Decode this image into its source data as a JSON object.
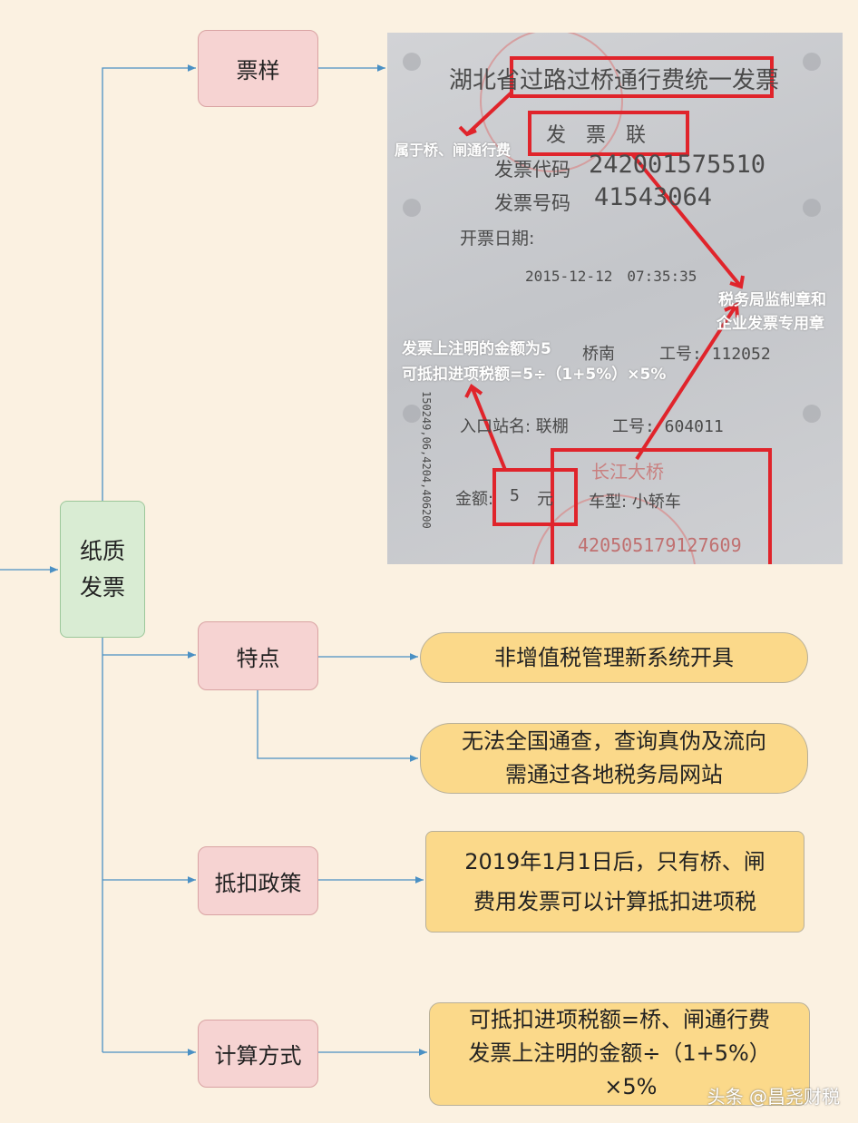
{
  "root": {
    "line1": "纸质",
    "line2": "发票"
  },
  "branches": {
    "sample": "票样",
    "features": "特点",
    "policy": "抵扣政策",
    "calc": "计算方式"
  },
  "leaves": {
    "feature1": "非增值税管理新系统开具",
    "feature2_l1": "无法全国通查，查询真伪及流向",
    "feature2_l2": "需通过各地税务局网站",
    "policy_l1": "2019年1月1日后，只有桥、闸",
    "policy_l2": "费用发票可以计算抵扣进项税",
    "calc_l1": "可抵扣进项税额=桥、闸通行费",
    "calc_l2": "发票上注明的金额÷（1+5%）",
    "calc_l3": "×5%"
  },
  "invoice": {
    "title": "湖北省过路过桥通行费统一发票",
    "copy": "发　票　联",
    "code_label": "发票代码",
    "code": "242001575510",
    "number_label": "发票号码",
    "number": "41543064",
    "date_label": "开票日期:",
    "datetime": "2015-12-12　07:35:35",
    "exit_label": "桥南",
    "exit_job": "工号: 112052",
    "entry": "入口站名: 联棚",
    "entry_job": "工号: 604011",
    "amount_label": "金额:",
    "amount": "5",
    "amount_unit": "元",
    "vehicle": "车型: 小轿车",
    "seal_text": "长江大桥",
    "seal_number": "420505179127609",
    "side_number": "150249,06,4204,406200"
  },
  "annotations": {
    "type_note": "属于桥、闸通行费",
    "seal_note_l1": "税务局监制章和",
    "seal_note_l2": "企业发票专用章",
    "amount_note_l1": "发票上注明的金额为5",
    "amount_note_l2": "可抵扣进项税额=5÷（1+5%）×5%"
  },
  "watermark": "头条 @昌尧财税",
  "colors": {
    "background": "#fbf1e1",
    "root": "#d9ecd3",
    "branch": "#f6d3d2",
    "leaf": "#fbd98a",
    "connector": "#4a90c4",
    "highlight": "#e0242b"
  }
}
